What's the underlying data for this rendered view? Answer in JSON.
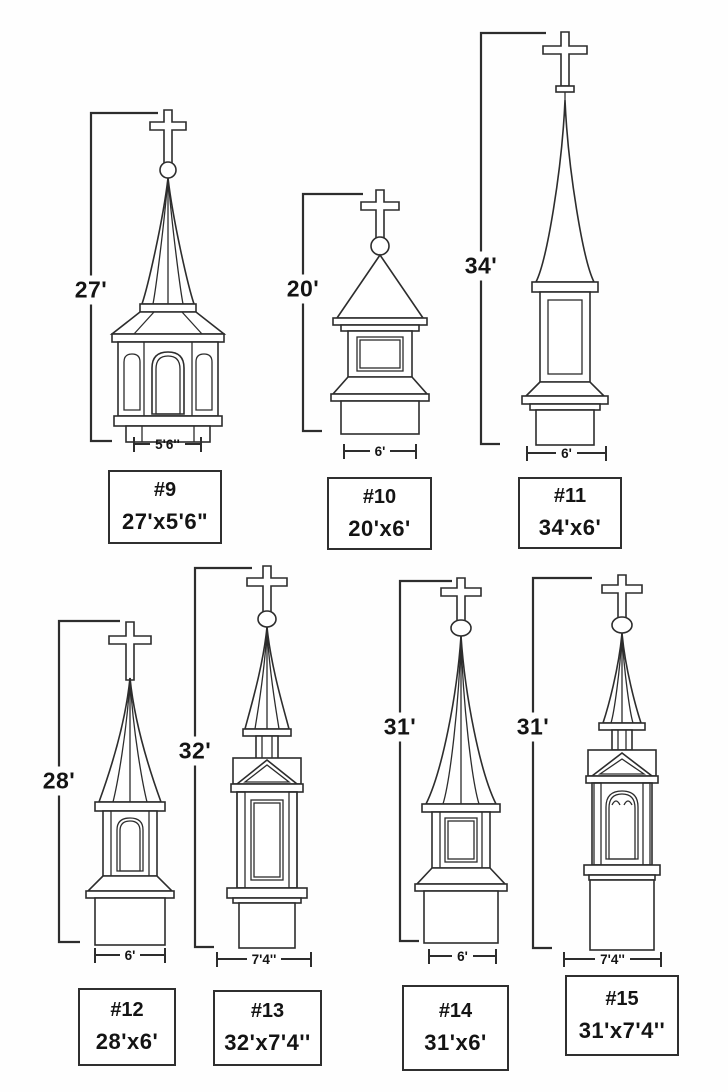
{
  "diagram": {
    "title": "steeple-size-diagram",
    "background_color": "#fefefe",
    "line_color": "#2d2d2d",
    "text_color": "#141414"
  },
  "steeples": [
    {
      "name": "#9",
      "size": "27'x5'6\"",
      "height": "27'",
      "width": "5'6''"
    },
    {
      "name": "#10",
      "size": "20'x6'",
      "height": "20'",
      "width": "6'"
    },
    {
      "name": "#11",
      "size": "34'x6'",
      "height": "34'",
      "width": "6'"
    },
    {
      "name": "#12",
      "size": "28'x6'",
      "height": "28'",
      "width": "6'"
    },
    {
      "name": "#13",
      "size": "32'x7'4''",
      "height": "32'",
      "width": "7'4''"
    },
    {
      "name": "#14",
      "size": "31'x6'",
      "height": "31'",
      "width": "6'"
    },
    {
      "name": "#15",
      "size": "31'x7'4''",
      "height": "31'",
      "width": "7'4''"
    }
  ]
}
